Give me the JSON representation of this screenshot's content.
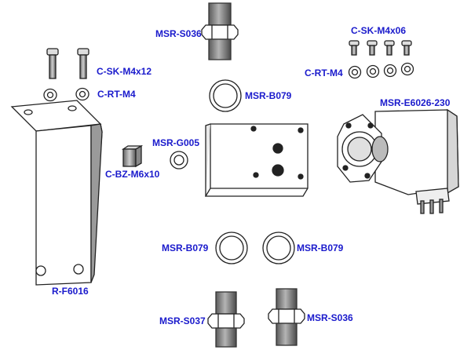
{
  "diagram": {
    "colors": {
      "label": "#1a1acc",
      "outline": "#222222",
      "fill": "#ffffff",
      "shade": "#8c8c8c"
    },
    "labels": {
      "msr_s036_top": "MSR-S036",
      "c_sk_m4x06": "C-SK-M4x06",
      "c_sk_m4x12": "C-SK-M4x12",
      "c_rt_m4_left": "C-RT-M4",
      "c_rt_m4_right": "C-RT-M4",
      "msr_b079_top": "MSR-B079",
      "msr_e6026_230": "MSR-E6026-230",
      "msr_g005": "MSR-G005",
      "c_bz_m6x10": "C-BZ-M6x10",
      "r_f6016": "R-F6016",
      "msr_b079_left": "MSR-B079",
      "msr_b079_right": "MSR-B079",
      "msr_s037": "MSR-S037",
      "msr_s036_bottom": "MSR-S036"
    }
  }
}
